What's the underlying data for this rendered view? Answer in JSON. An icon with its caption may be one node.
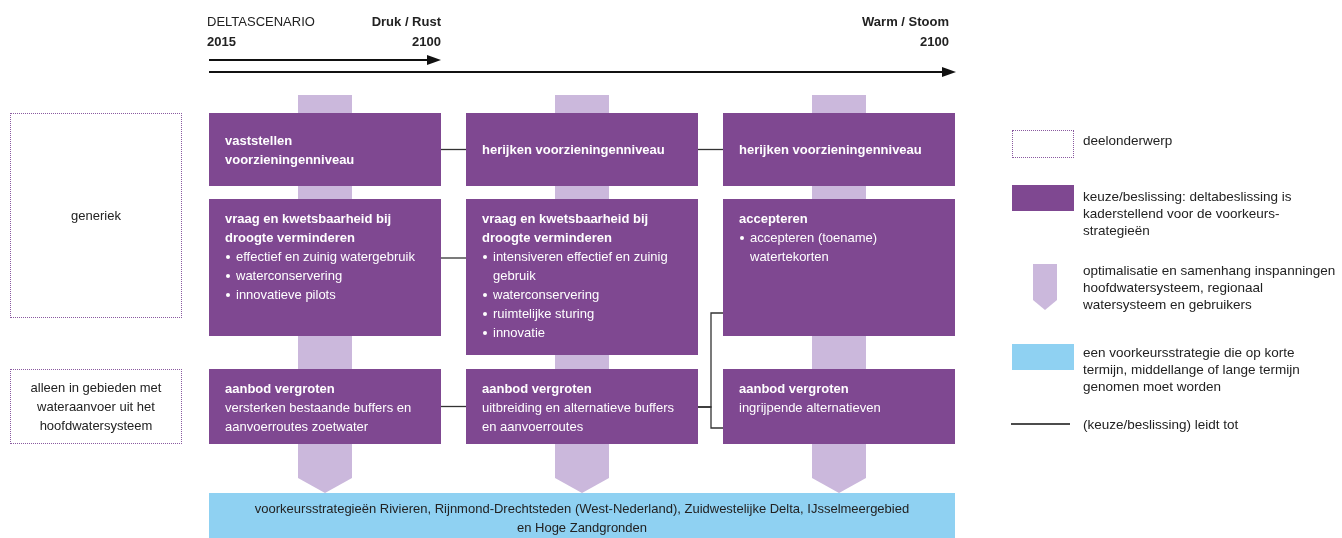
{
  "diagram": {
    "nodes": [
      {
        "text": [
          "generiek"
        ]
      },
      {
        "text": [
          "alleen in gebieden met wateraanvoer uit het hoofdwatersysteem"
        ]
      },
      {
        "text": [
          "vaststellen voorzieningenniveau"
        ]
      },
      {
        "text": [
          "herijken voorzieningenniveau"
        ]
      },
      {
        "text": [
          "herijken voorzieningenniveau"
        ]
      },
      {
        "text": [
          "vraag en kwetsbaarheid bij droogte verminderen",
          "effectief en zuinig watergebruik",
          "waterconservering",
          "innovatieve pilots"
        ]
      },
      {
        "text": [
          "vraag en kwetsbaarheid bij droogte verminderen",
          "intensiveren effectief en zuinig gebruik",
          "waterconservering",
          "ruimtelijke sturing",
          "innovatie"
        ]
      },
      {
        "text": [
          "accepteren",
          "accepteren (toename) watertekorten"
        ]
      },
      {
        "text": [
          "aanbod vergroten",
          "versterken bestaande buffers en aanvoerroutes zoetwater"
        ]
      },
      {
        "text": [
          "aanbod vergroten",
          "uitbreiding en alternatieve buffers en aanvoerroutes"
        ]
      },
      {
        "text": [
          "aanbod vergroten",
          "ingrijpende alternatieven"
        ]
      },
      {
        "text": [
          "voorkeursstrategieën Rivieren, Rijnmond-Drechtsteden (West-Nederland), Zuidwestelijke Delta, IJsselmeergebied en Hoge Zandgronden"
        ]
      }
    ],
    "edges": [
      {
        "from": null,
        "to": 2,
        "arrow": "none"
      },
      {
        "from": null,
        "to": 3,
        "arrow": "none"
      },
      {
        "from": null,
        "to": 4,
        "arrow": "none"
      },
      {
        "from": 2,
        "to": 5,
        "arrow": "none"
      },
      {
        "from": 3,
        "to": 6,
        "arrow": "none"
      },
      {
        "from": 4,
        "to": 7,
        "arrow": "none"
      },
      {
        "from": 5,
        "to": 8,
        "arrow": "none"
      },
      {
        "from": 6,
        "to": 9,
        "arrow": "none"
      },
      {
        "from": 7,
        "to": 10,
        "arrow": "none"
      },
      {
        "from": 8,
        "to": 11,
        "arrow": "to"
      },
      {
        "from": 9,
        "to": 11,
        "arrow": "to"
      },
      {
        "from": 10,
        "to": 11,
        "arrow": "to"
      },
      {
        "from": 2,
        "to": 3,
        "arrow": "none",
        "color": "#333333"
      },
      {
        "from": 3,
        "to": 4,
        "arrow": "none",
        "color": "#333333"
      },
      {
        "from": 5,
        "to": 6,
        "arrow": "none",
        "color": "#333333"
      },
      {
        "from": 8,
        "to": 9,
        "arrow": "none",
        "color": "#333333"
      },
      {
        "from": 9,
        "to": 7,
        "arrow": "none",
        "color": "#333333"
      },
      {
        "from": 9,
        "to": 10,
        "arrow": "none",
        "color": "#333333"
      }
    ],
    "labels": [
      "DELTASCENARIO",
      "Druk / Rust",
      "Warm / Stoom",
      "2015",
      "2100",
      "2100"
    ],
    "legend": [
      {
        "text": "deelonderwerp"
      },
      {
        "text": "keuze/beslissing: deltabeslissing is kaderstellend voor de voorkeurs-strategieën",
        "color": "#7f4891"
      },
      {
        "text": "optimalisatie en samenhang inspanningen hoofdwatersysteem, regionaal watersysteem en gebruikers"
      },
      {
        "text": "een voorkeursstrategie die op korte termijn, middellange of lange termijn genomen moet worden",
        "color": "#8fd1f2"
      },
      {
        "text": "(keuze/beslissing) leidt tot"
      }
    ]
  }
}
